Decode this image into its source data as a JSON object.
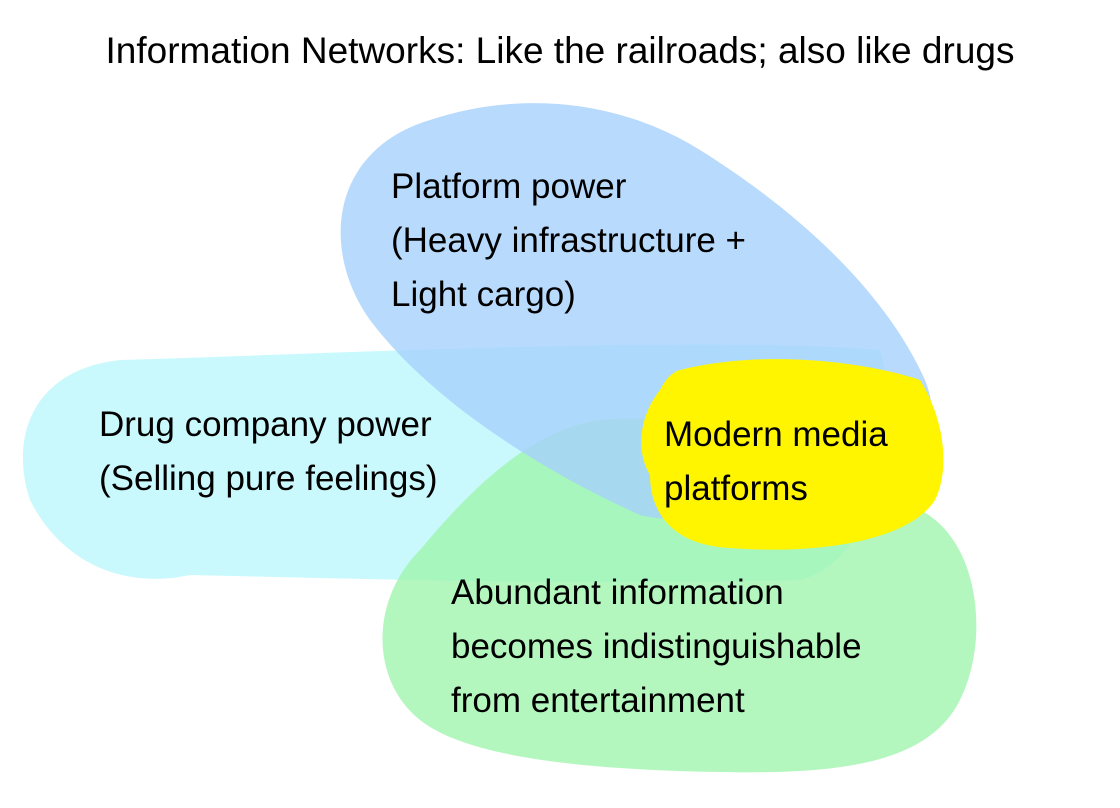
{
  "title": "Information Networks: Like the railroads; also like drugs",
  "colors": {
    "platform": "#a6d1fb",
    "drug": "#c3f8fd",
    "info": "#99f4a8",
    "modern": "#fff500"
  },
  "regions": {
    "platform": {
      "line1": "Platform power",
      "line2": "(Heavy infrastructure +",
      "line3": "Light cargo)"
    },
    "drug": {
      "line1": "Drug company power",
      "line2": "(Selling pure feelings)"
    },
    "info": {
      "line1": "Abundant information",
      "line2": "becomes indistinguishable",
      "line3": "from entertainment"
    },
    "modern": {
      "line1": "Modern media",
      "line2": "platforms"
    }
  }
}
